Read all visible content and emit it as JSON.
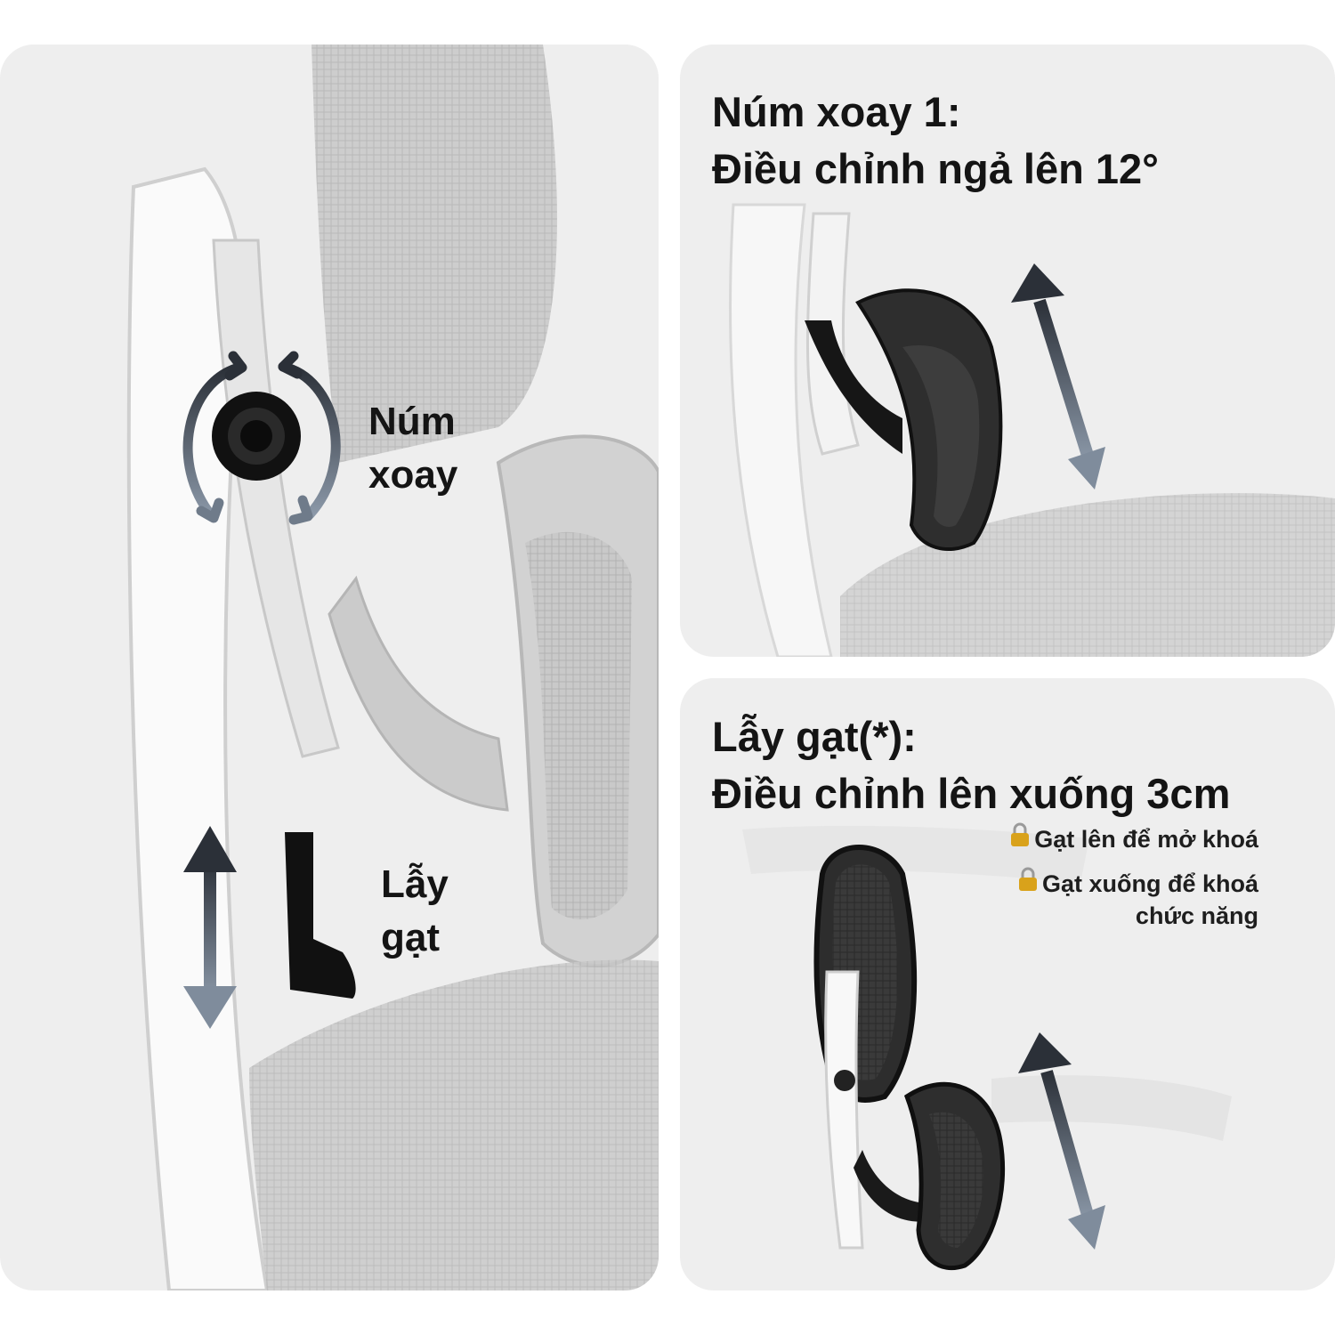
{
  "left_panel": {
    "knob_label_line1": "Núm",
    "knob_label_line2": "xoay",
    "lever_label_line1": "Lẫy",
    "lever_label_line2": "gạt"
  },
  "top_right_panel": {
    "heading_line1": "Núm xoay 1:",
    "heading_line2": "Điều chỉnh ngả lên 12°"
  },
  "bottom_right_panel": {
    "heading_line1": "Lẫy gạt(*):",
    "heading_line2": "Điều chỉnh lên xuống 3cm",
    "note_unlock": "Gạt lên để mở khoá",
    "note_lock_line1": "Gạt xuống để khoá",
    "note_lock_line2": "chức năng",
    "lock_icon_color": "#d9a21b"
  },
  "colors": {
    "panel_bg": "#eeeeee",
    "arrow_dark": "#2b3038",
    "arrow_light": "#8b98a8",
    "text": "#141414"
  }
}
